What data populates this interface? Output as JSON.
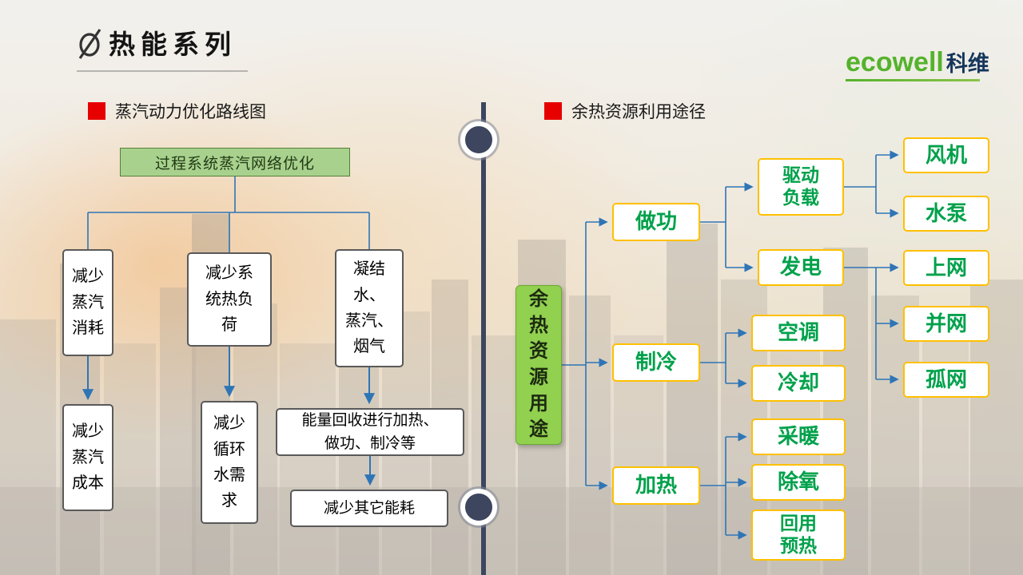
{
  "header": {
    "title": "热能系列",
    "logo_brand": "ecowell",
    "logo_cn": "科维"
  },
  "left_chart": {
    "heading": "蒸汽动力优化路线图",
    "root": "过程系统蒸汽网络优化",
    "reduce_steam_consumption": "减少\n蒸汽\n消耗",
    "reduce_steam_cost": "减少\n蒸汽\n成本",
    "reduce_system_heat_load": "减少系\n统热负\n荷",
    "reduce_cooling_water_demand": "减少\n循环\n水需\n求",
    "condensate_steam_fluegas": "凝结\n水、\n蒸汽、\n烟气",
    "energy_recovery": "能量回收进行加热、\n做功、制冷等",
    "reduce_other_energy": "减少其它能耗"
  },
  "right_chart": {
    "heading": "余热资源利用途径",
    "root": "余\n热\n资\n源\n用\n途",
    "work": "做功",
    "cooling": "制冷",
    "heating": "加热",
    "drive_load": "驱动\n负载",
    "power_generation": "发电",
    "fan": "风机",
    "water_pump": "水泵",
    "grid_feed": "上网",
    "grid_connected": "并网",
    "isolated_grid": "孤网",
    "air_conditioning": "空调",
    "cooling_use": "冷却",
    "space_heating": "采暖",
    "deoxygenation": "除氧",
    "reuse_preheat": "回用\n预热"
  },
  "colors": {
    "accent_red": "#e60000",
    "green_root_right": "#92d050",
    "green_root_left": "#a9d18e",
    "gold_border": "#ffc000",
    "green_text": "#00a14b",
    "line_blue": "#2e75b6",
    "divider_navy": "#3d465e",
    "logo_green": "#55b22c",
    "logo_navy": "#16365c"
  }
}
